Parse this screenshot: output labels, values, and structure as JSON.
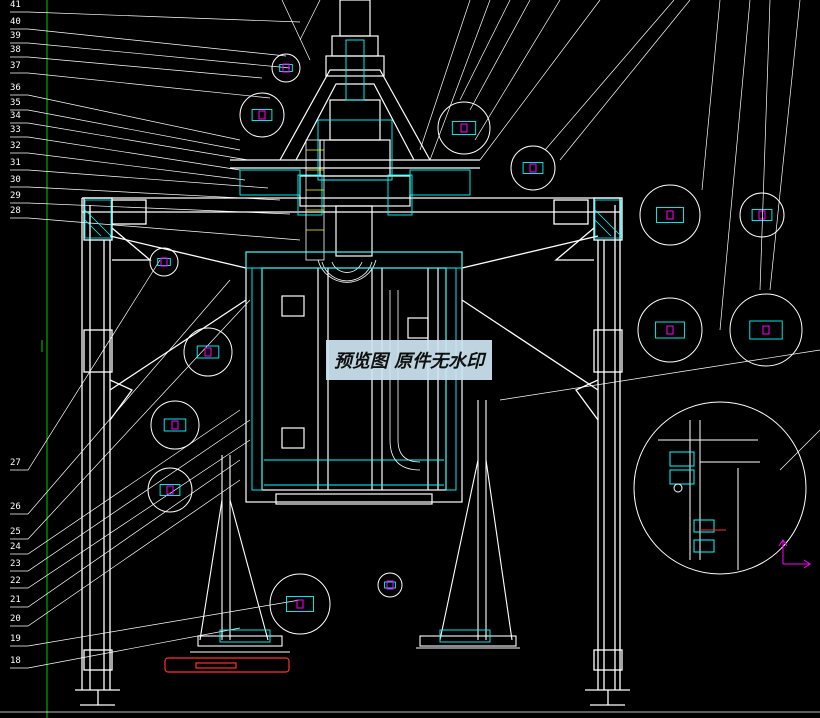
{
  "drawing": {
    "left_callouts": [
      "41",
      "40",
      "39",
      "38",
      "37",
      "36",
      "35",
      "34",
      "33",
      "32",
      "31",
      "30",
      "29",
      "28",
      "27",
      "26",
      "25",
      "24",
      "23",
      "22",
      "21",
      "20",
      "19",
      "18"
    ],
    "watermark": "预览图 原件无水印",
    "colors": {
      "background": "#000000",
      "line": "#ffffff",
      "cyan": "#00ffff",
      "green": "#00ff00",
      "yellow": "#ffff00",
      "red": "#ff3030",
      "magenta": "#ff00ff",
      "watermark_bg": "#cfe8f5"
    }
  }
}
